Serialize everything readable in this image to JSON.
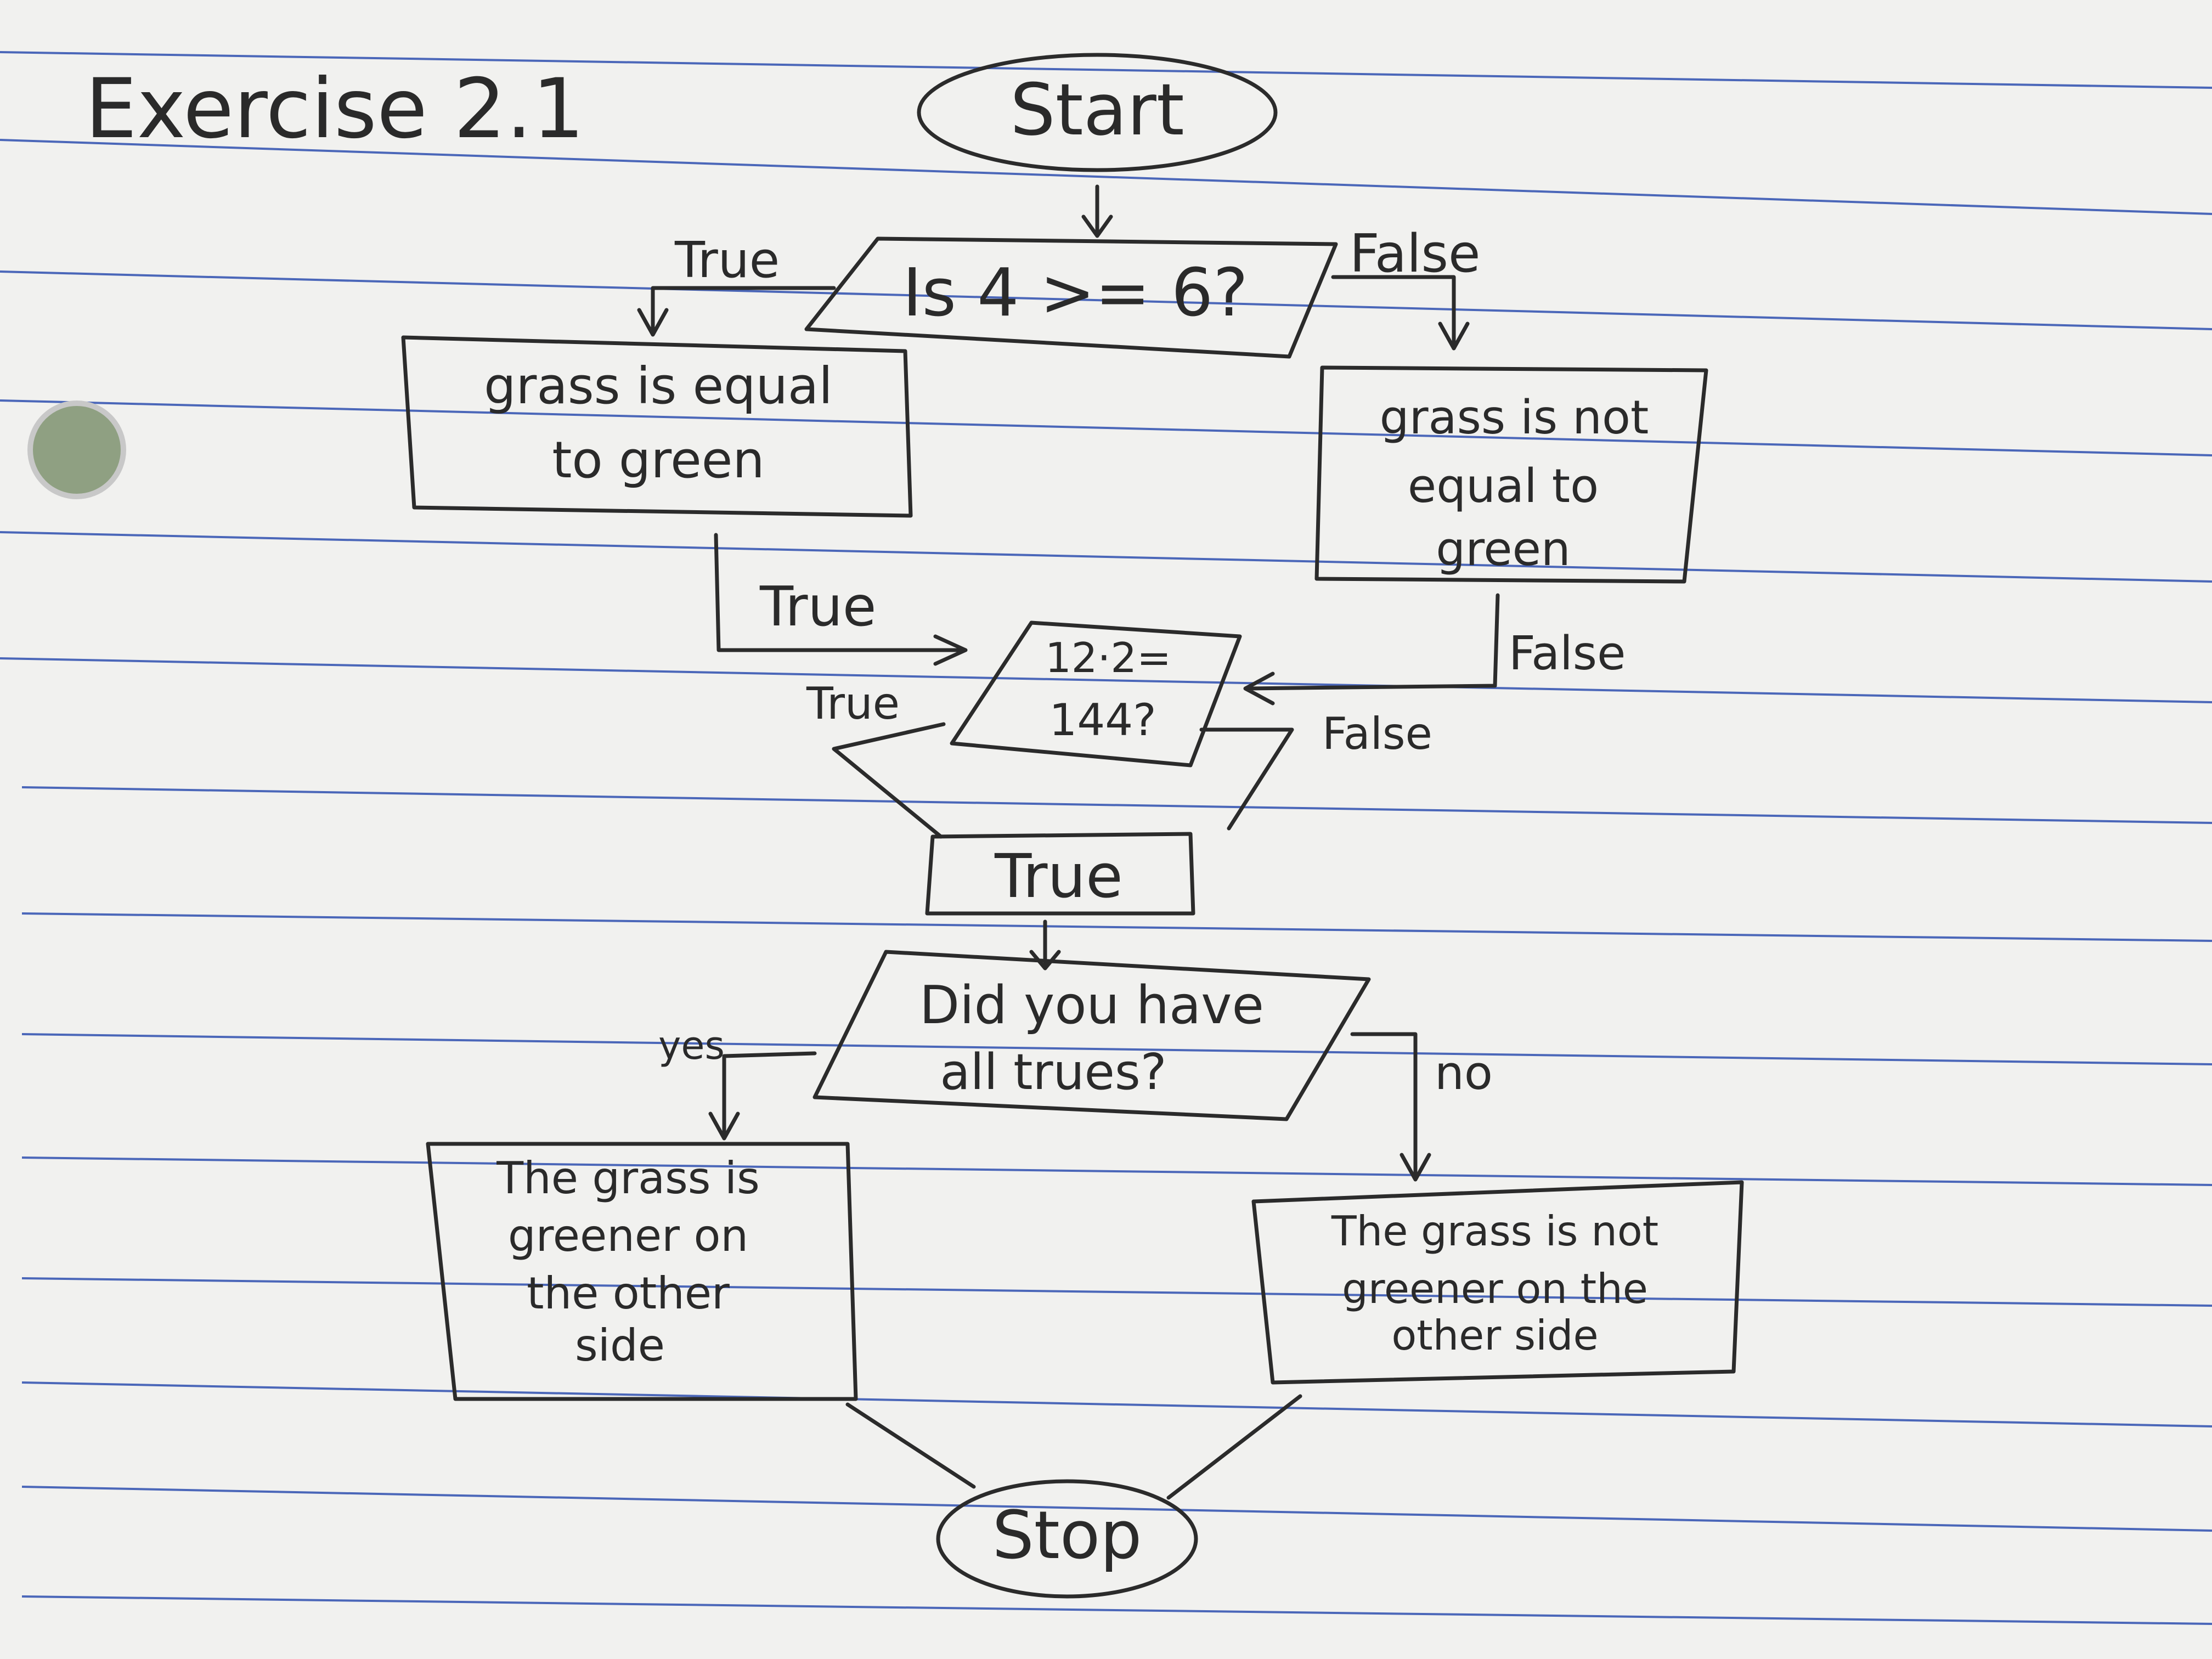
{
  "title": "Exercise 2.1",
  "nodes": {
    "start": "Start",
    "q1": "Is 4 >= 6?",
    "box_true": [
      "grass is equal",
      "to green"
    ],
    "box_false": [
      "grass is not",
      "equal to",
      "green"
    ],
    "q2": [
      "12·2=",
      "144?"
    ],
    "merge": "True",
    "q3": [
      "Did you have",
      "all trues?"
    ],
    "result_yes": [
      "The grass is",
      "greener on",
      "the other",
      "side"
    ],
    "result_no": [
      "The grass is not",
      "greener on the",
      "other side"
    ],
    "stop": "Stop"
  },
  "edge_labels": {
    "q1_true": "True",
    "q1_false": "False",
    "box_true_out": "True",
    "box_false_out": "False",
    "q2_true": "True",
    "q2_false": "False",
    "q3_yes": "yes",
    "q3_no": "no"
  },
  "colors": {
    "paper": "#f2f2f0",
    "ink": "#2b2b2b",
    "rule": "#2f4fb0"
  }
}
